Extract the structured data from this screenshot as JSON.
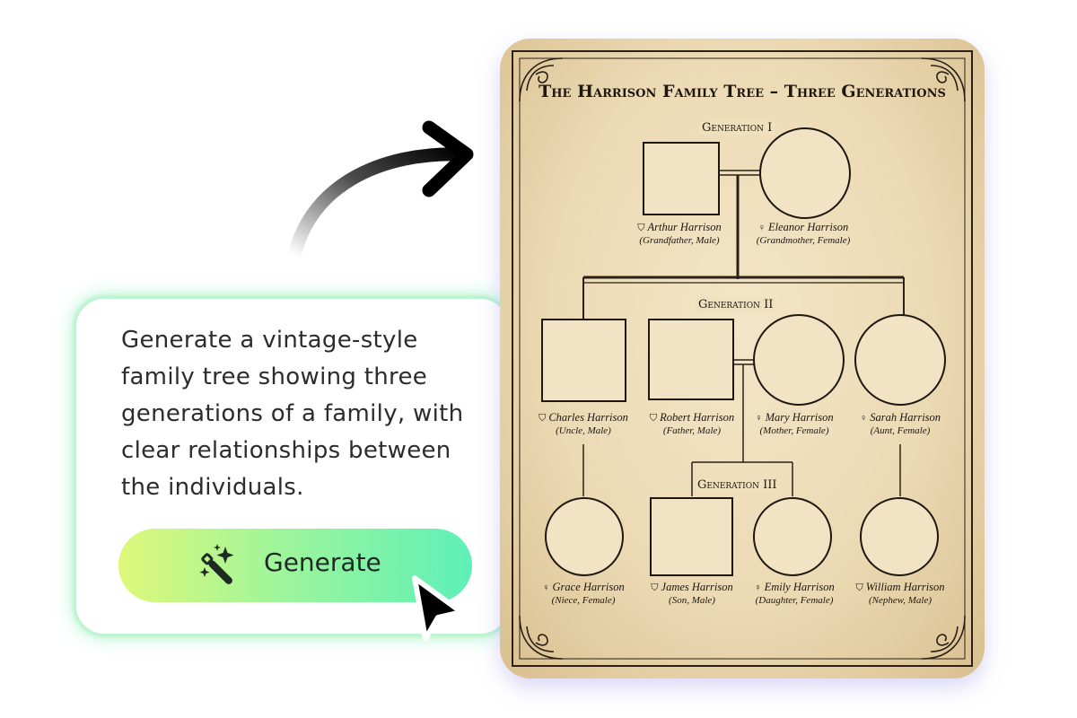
{
  "prompt": {
    "text": "Generate a vintage-style family tree showing three generations of a family, with clear relationships between the individuals.",
    "button_label": "Generate"
  },
  "tree": {
    "title": "The Harrison Family Tree – Three Generations",
    "generations": [
      "Generation I",
      "Generation II",
      "Generation III"
    ],
    "people": [
      {
        "name": "Arthur Harrison",
        "role": "(Grandfather, Male)",
        "sex": "male"
      },
      {
        "name": "Eleanor Harrison",
        "role": "(Grandmother, Female)",
        "sex": "female"
      },
      {
        "name": "Charles Harrison",
        "role": "(Uncle, Male)",
        "sex": "male"
      },
      {
        "name": "Robert Harrison",
        "role": "(Father, Male)",
        "sex": "male"
      },
      {
        "name": "Mary Harrison",
        "role": "(Mother, Female)",
        "sex": "female"
      },
      {
        "name": "Sarah Harrison",
        "role": "(Aunt, Female)",
        "sex": "female"
      },
      {
        "name": "Grace Harrison",
        "role": "(Niece, Female)",
        "sex": "female"
      },
      {
        "name": "James Harrison",
        "role": "(Son, Male)",
        "sex": "male"
      },
      {
        "name": "Emily Harrison",
        "role": "(Daughter, Female)",
        "sex": "female"
      },
      {
        "name": "William Harrison",
        "role": "(Nephew, Male)",
        "sex": "male"
      }
    ],
    "symbols": {
      "male": "⛉",
      "female": "♀"
    }
  },
  "colors": {
    "ink": "#1e1710",
    "parchment": "#ecdab4",
    "button_start": "#dff77a",
    "button_end": "#5ef0b8"
  }
}
